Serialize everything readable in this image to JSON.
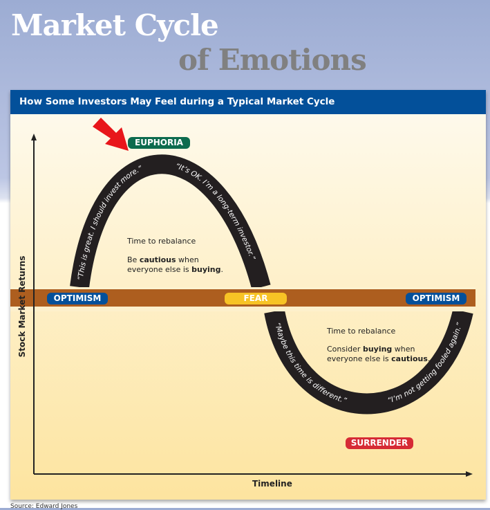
{
  "title": {
    "line1": "Market Cycle",
    "line2": "of Emotions"
  },
  "subtitle": "How Some Investors May Feel during a Typical Market Cycle",
  "axes": {
    "y": "Stock Market Returns",
    "x": "Timeline"
  },
  "stages": {
    "euphoria": "EUPHORIA",
    "optimism_left": "OPTIMISM",
    "fear": "FEAR",
    "optimism_right": "OPTIMISM",
    "surrender": "SURRENDER"
  },
  "quotes": {
    "q1": "“This is great. I should invest more.”",
    "q2": "“It’s OK. I’m a long-term investor.”",
    "q3": "“Maybe this time is different.”",
    "q4": "“I’m not getting fooled again.”"
  },
  "notes": {
    "top_rebalance": "Time to rebalance",
    "top_pre": "Be ",
    "top_b1": "cautious",
    "top_mid": " when everyone else is ",
    "top_b2": "buying",
    "top_end": ".",
    "bottom_rebalance": "Time to rebalance",
    "bottom_pre": "Consider ",
    "bottom_b1": "buying",
    "bottom_mid": " when everyone else is ",
    "bottom_b2": "cautious",
    "bottom_end": "."
  },
  "source": "Source: Edward Jones",
  "colors": {
    "euphoria": "#0c6b4e",
    "optimism": "#03509a",
    "fear": "#f7c325",
    "surrender": "#d62b35",
    "band": "#ad5e1f"
  }
}
